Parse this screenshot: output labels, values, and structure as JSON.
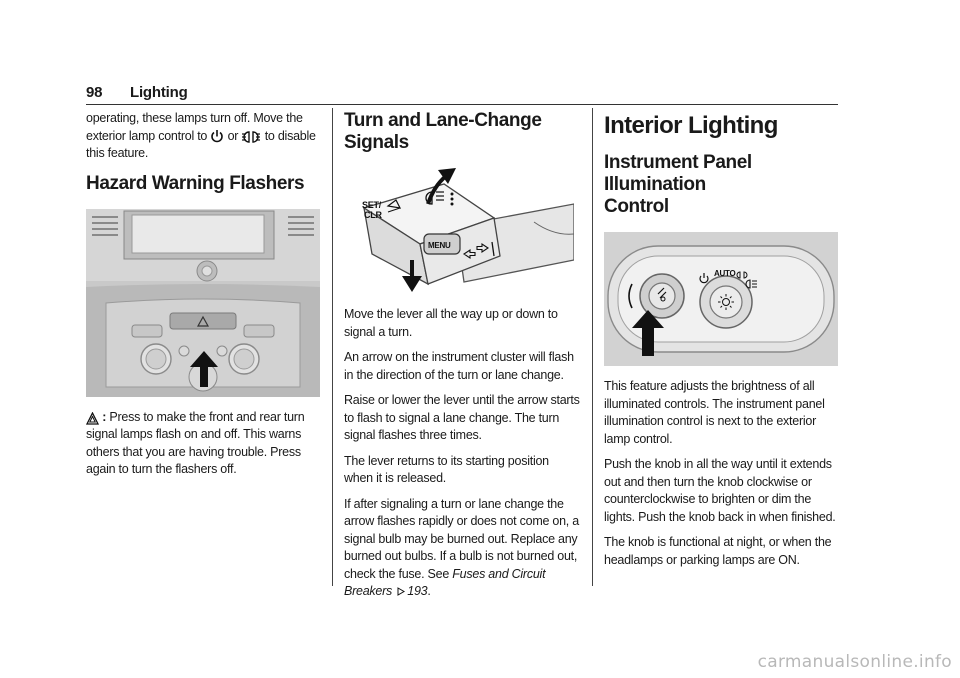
{
  "header": {
    "page_number": "98",
    "section": "Lighting"
  },
  "left_column": {
    "intro_before_icons": "operating, these lamps turn off. Move the exterior lamp control to",
    "or_text": "or",
    "intro_after_icons": "to disable this feature.",
    "icons": [
      "power-icon",
      "parking-lamp-icon",
      "hazard-triangle-icon"
    ],
    "heading": "Hazard Warning Flashers",
    "hazard_label": ":",
    "hazard_text": "Press to make the front and rear turn signal lamps flash on and off. This warns others that you are having trouble. Press again to turn the flashers off."
  },
  "middle_column": {
    "heading": "Turn and Lane-Change Signals",
    "illustration_labels": {
      "set_clr": [
        "SET/",
        "CLR"
      ],
      "menu": "MENU"
    },
    "paragraphs": [
      "Move the lever all the way up or down to signal a turn.",
      "An arrow on the instrument cluster will flash in the direction of the turn or lane change.",
      "Raise or lower the lever until the arrow starts to flash to signal a lane change. The turn signal flashes three times.",
      "The lever returns to its starting position when it is released."
    ],
    "last_paragraph": {
      "text": "If after signaling a turn or lane change the arrow flashes rapidly or does not come on, a signal bulb may be burned out. Replace any burned out bulbs. If a bulb is not burned out, check the fuse. See",
      "ref_title_1": "Fuses and Circuit",
      "ref_title_2": "Breakers",
      "ref_page": "193",
      "end": "."
    }
  },
  "right_column": {
    "heading": "Interior Lighting",
    "subheading_1": "Instrument Panel Illumination",
    "subheading_2": "Control",
    "illustration_labels": {
      "auto": "AUTO"
    },
    "paragraphs": [
      "This feature adjusts the brightness of all illuminated controls. The instrument panel illumination control is next to the exterior lamp control.",
      "Push the knob in all the way until it extends out and then turn the knob clockwise or counterclockwise to brighten or dim the lights. Push the knob back in when finished.",
      "The knob is functional at night, or when the headlamps or parking lamps are ON."
    ]
  },
  "watermark": "carmanualsonline.info"
}
